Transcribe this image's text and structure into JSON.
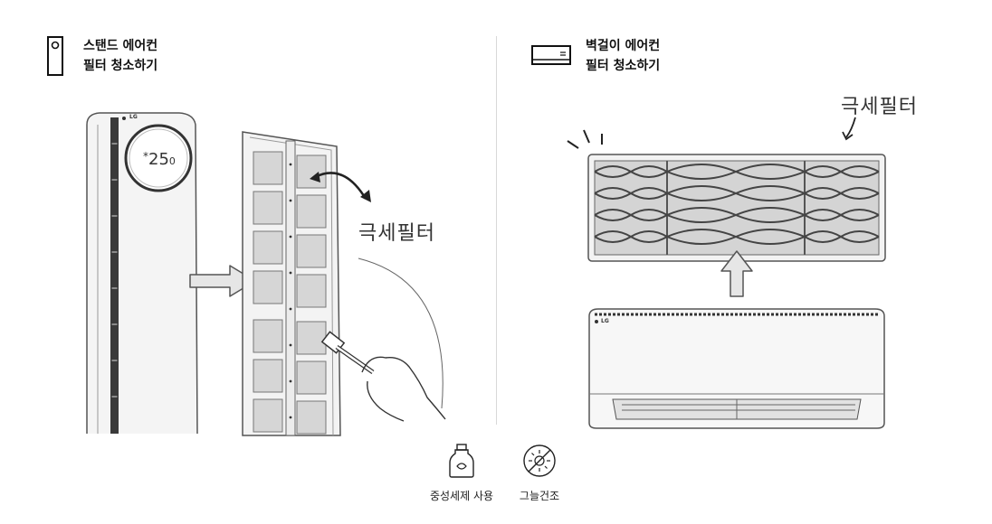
{
  "stand": {
    "title_line1": "스탠드 에어컨",
    "title_line2": "필터 청소하기",
    "display_temp": "25",
    "display_decimal": "0",
    "display_prefix": "*",
    "filter_label": "극세필터",
    "brand": "LG"
  },
  "wall": {
    "title_line1": "벽걸이 에어컨",
    "title_line2": "필터 청소하기",
    "filter_label": "극세필터",
    "brand": "LG"
  },
  "tips": [
    {
      "label": "중성세제 사용",
      "icon": "detergent-bottle-icon"
    },
    {
      "label": "그늘건조",
      "icon": "no-sun-icon"
    }
  ]
}
